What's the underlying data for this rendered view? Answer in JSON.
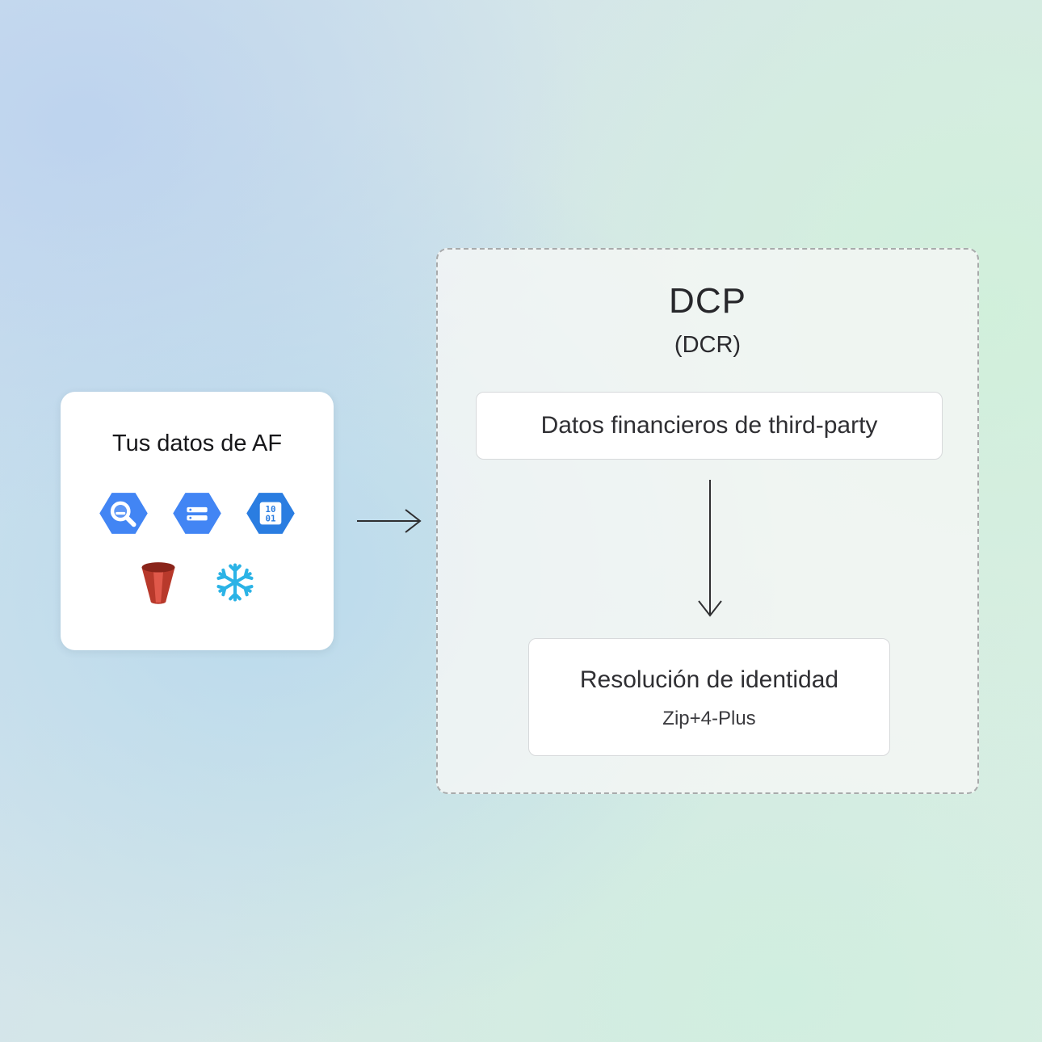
{
  "source_card": {
    "title": "Tus datos de AF",
    "icons": [
      {
        "name": "bigquery-icon",
        "color": "#4285f4"
      },
      {
        "name": "cloud-storage-icon",
        "color": "#4285f4"
      },
      {
        "name": "binary-data-icon",
        "color": "#2a7de1",
        "lines": [
          "10",
          "01"
        ]
      },
      {
        "name": "s3-bucket-icon",
        "color": "#b8392b"
      },
      {
        "name": "snowflake-icon",
        "color": "#2bb3e6"
      }
    ]
  },
  "flow": {
    "card_to_panel_arrow": "right",
    "financial_to_identity_arrow": "down"
  },
  "dcp_panel": {
    "title": "DCP",
    "subtitle": "(DCR)",
    "financial_box": {
      "label": "Datos financieros de third-party"
    },
    "identity_box": {
      "title": "Resolución de identidad",
      "subtitle": "Zip+4-Plus"
    }
  },
  "palette": {
    "google_blue": "#4285f4",
    "google_blue_dark": "#2a7de1",
    "s3_red": "#b8392b",
    "snowflake_blue": "#2bb3e6",
    "arrow": "#2f2f31",
    "panel_border": "#a8aaab",
    "box_border": "#d7d9db",
    "card_bg": "#ffffff"
  }
}
